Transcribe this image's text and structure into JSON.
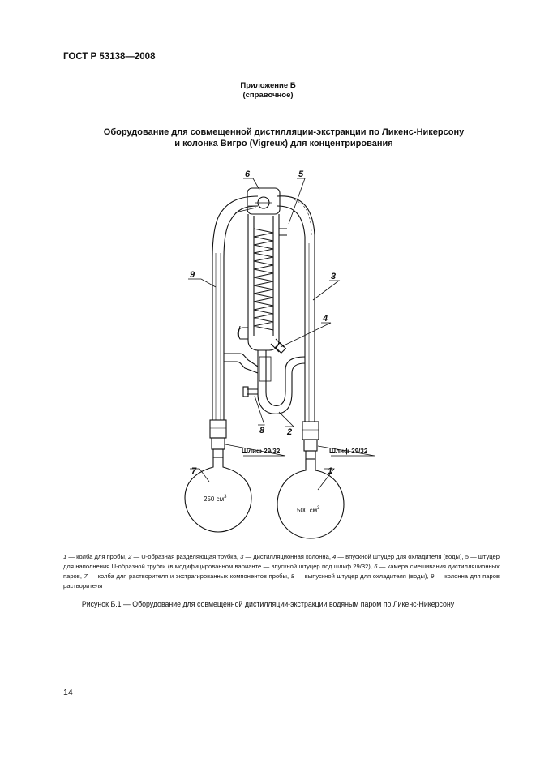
{
  "header": {
    "doc_code": "ГОСТ Р 53138—2008"
  },
  "appendix": {
    "title": "Приложение Б",
    "note": "(справочное)"
  },
  "figure": {
    "title_line1": "Оборудование для совмещенной дистилляции-экстракции по Ликенс-Никерсону",
    "title_line2": "и колонка Вигро (Vigreux) для концентрирования",
    "callouts": {
      "c1": "1",
      "c2": "2",
      "c3": "3",
      "c4": "4",
      "c5": "5",
      "c6": "6",
      "c7": "7",
      "c8": "8",
      "c9": "9"
    },
    "joint_left": "Шлиф 29/32",
    "joint_right": "Шлиф 29/32",
    "flask_left_volume": "250 см",
    "flask_right_volume": "500 см",
    "volume_exp": "3"
  },
  "legend": [
    {
      "num": "1",
      "text": " — колба для пробы, "
    },
    {
      "num": "2",
      "text": " — U-образная разделяющая трубка, "
    },
    {
      "num": "3",
      "text": " — дистилляционная колонна, "
    },
    {
      "num": "4",
      "text": " — впускной штуцер для охладите­ля (воды), "
    },
    {
      "num": "5",
      "text": " — штуцер для наполнения U-образной трубки (в модифицированном варианте — впускной штуцер под шлиф 29/32), "
    },
    {
      "num": "6",
      "text": " — камера смешивания дистилляционных паров, "
    },
    {
      "num": "7",
      "text": " — колба для растворителя и экстрагированных компонентов пробы, "
    },
    {
      "num": "8",
      "text": " — вы­пускной штуцер для охладителя (воды), "
    },
    {
      "num": "9",
      "text": " — колонна для паров растворителя"
    }
  ],
  "caption": "Рисунок Б.1 — Оборудование для совмещенной дистилляции-экстракции водяным паром по Ликенс-Никерсону",
  "page_number": "14"
}
